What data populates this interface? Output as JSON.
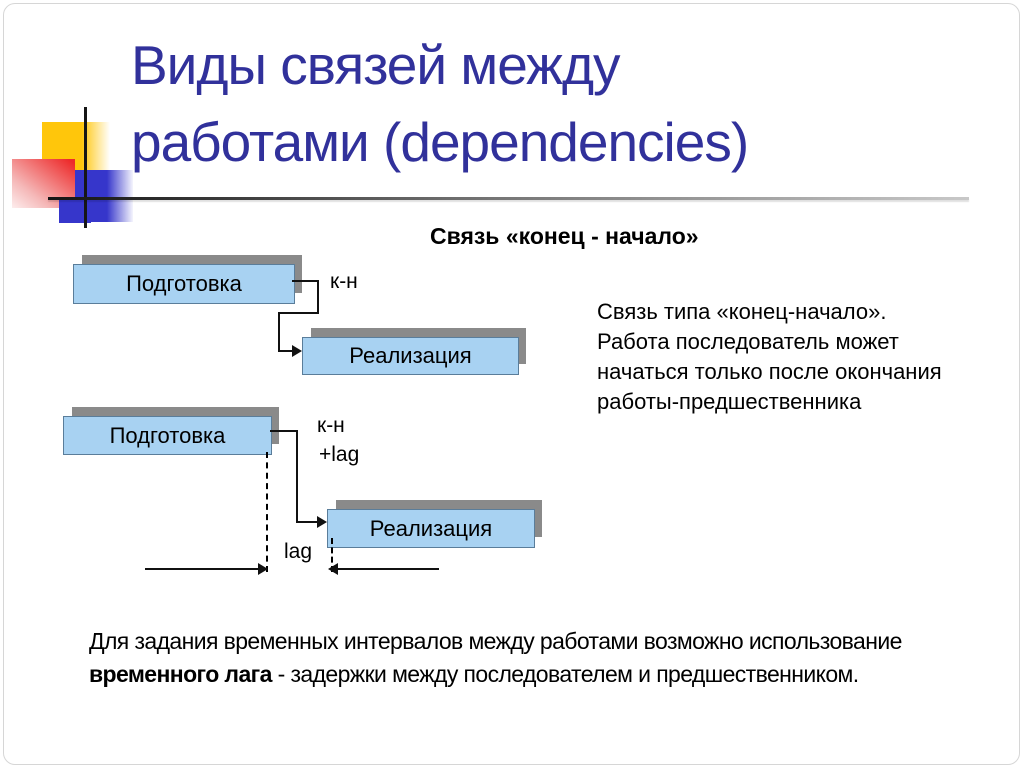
{
  "slide": {
    "title_lines": [
      "Виды связей между",
      "работами (dependencies)"
    ],
    "subtitle": "Связь «конец - начало»",
    "diagram": {
      "group1": {
        "predecessor": "Подготовка",
        "successor": "Реализация",
        "link_label": "к-н"
      },
      "group2": {
        "predecessor": "Подготовка",
        "successor": "Реализация",
        "link_label": "к-н",
        "lag_label": "+lag",
        "lag_measure_label": "lag"
      }
    },
    "description_lines": [
      "Связь типа «конец-начало».",
      "Работа последователь может",
      "начаться только после окончания",
      "работы-предшественника"
    ],
    "footer": {
      "line1": "Для задания временных интервалов между работами возможно использование",
      "line2_bold": "временного лага",
      "line2_rest": " - задержки между последователем и предшественником."
    },
    "colors": {
      "title": "#31319B",
      "box_fill": "#A8D2F2",
      "box_border": "#5A7D9A",
      "box_shadow": "#8A8A8A",
      "accent_yellow": "#FFC60B",
      "accent_red": "#ED2A2A",
      "accent_blue": "#3636CB"
    }
  }
}
